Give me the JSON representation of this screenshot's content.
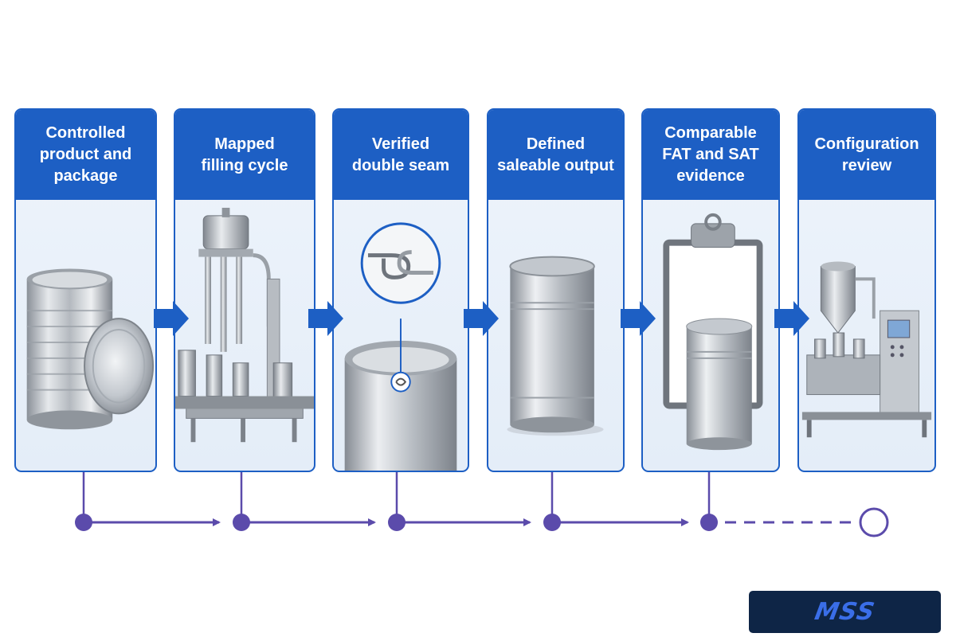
{
  "steps": [
    {
      "id": "product-package",
      "title": "Controlled\nproduct and\npackage",
      "illustration": "open-can-with-lid"
    },
    {
      "id": "filling-cycle",
      "title": "Mapped\nfilling cycle",
      "illustration": "filling-machine"
    },
    {
      "id": "double-seam",
      "title": "Verified\ndouble seam",
      "illustration": "seam-cross-section"
    },
    {
      "id": "saleable-output",
      "title": "Defined\nsaleable output",
      "illustration": "sealed-can"
    },
    {
      "id": "fat-sat-evidence",
      "title": "Comparable\nFAT and SAT\nevidence",
      "illustration": "clipboard-with-can"
    },
    {
      "id": "configuration-review",
      "title": "Configuration\nreview",
      "illustration": "processing-skid"
    }
  ],
  "timeline": {
    "completed_nodes": 5,
    "final_node": "open-circle",
    "last_link": "dashed"
  },
  "logo": {
    "mark": "MSS",
    "icon": "company-logo"
  },
  "colors": {
    "brand_blue": "#1d5fc4",
    "timeline_purple": "#5b4bab",
    "panel_bg": "#e8f0fa",
    "logo_bg": "#0e2546"
  }
}
